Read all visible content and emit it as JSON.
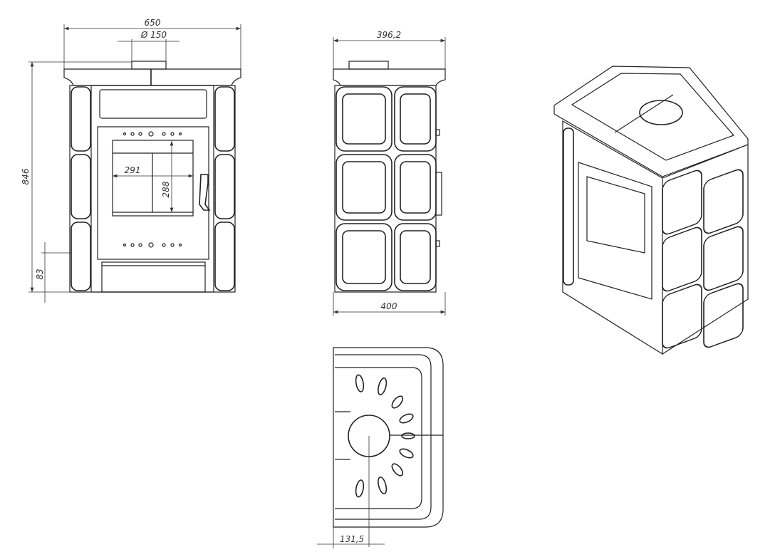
{
  "dimensions": {
    "width_front": "650",
    "flue_diameter": "Ø 150",
    "height_total": "846",
    "base_height": "83",
    "firebox_width": "291",
    "firebox_height": "288",
    "depth_top": "396,2",
    "depth_base": "400",
    "flue_offset": "131,5"
  },
  "colors": {
    "line": "#222222",
    "background": "#ffffff"
  }
}
